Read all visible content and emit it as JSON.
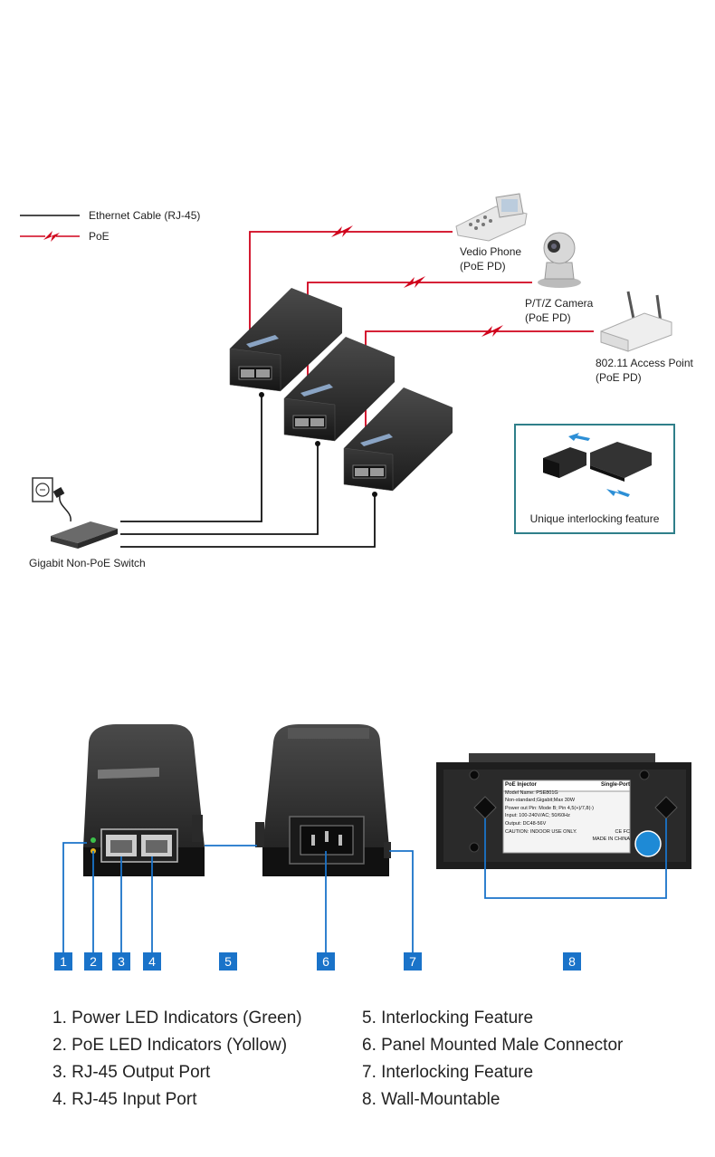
{
  "legend": {
    "ethernet": "Ethernet Cable (RJ-45)",
    "poe": "PoE"
  },
  "devices": {
    "phone": {
      "name": "Vedio Phone",
      "type": "(PoE PD)"
    },
    "camera": {
      "name": "P/T/Z Camera",
      "type": "(PoE PD)"
    },
    "ap": {
      "name": "802.11 Access Point",
      "type": "(PoE PD)"
    },
    "switch": {
      "name": "Gigabit Non-PoE Switch"
    }
  },
  "callout": {
    "caption": "Unique interlocking feature"
  },
  "label_card": {
    "title": "PoE Injector",
    "type": "Single-Port",
    "lines": [
      "Model Name: PSE801G",
      "Non-standard;Gigabit;Max 30W",
      "Power out Pin: Mode B; Pin 4,5(+)/7,8(-)",
      "Input: 100-240V/AC; 50/60Hz",
      "Output: DC48-56V",
      "CAUTION: INDOOR USE ONLY."
    ],
    "marks": "CE FC",
    "origin": "MADE IN CHINA"
  },
  "markers": [
    "1",
    "2",
    "3",
    "4",
    "5",
    "6",
    "7",
    "8"
  ],
  "features": [
    "1. Power LED Indicators (Green)",
    "2. PoE LED Indicators (Yollow)",
    "3. RJ-45 Output Port",
    "4. RJ-45 Input Port",
    "5. Interlocking Feature",
    "6. Panel Mounted Male Connector",
    "7. Interlocking Feature",
    "8. Wall-Mountable"
  ],
  "colors": {
    "ethernet": "#111111",
    "poe": "#d0021b",
    "marker": "#1a73c9",
    "callout_border": "#2f7f8a"
  }
}
